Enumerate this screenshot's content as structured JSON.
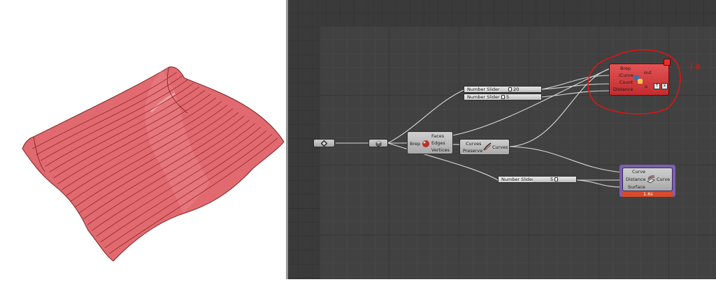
{
  "components": {
    "python": {
      "inputs": [
        "Brep",
        "iCurve",
        "Count",
        "Distance"
      ],
      "output": "out",
      "extra_output": "a",
      "icon": "python-logo-icon"
    },
    "sliders": [
      {
        "label": "Number Slider",
        "value": "20"
      },
      {
        "label": "Number Slider",
        "value": "5"
      },
      {
        "label": "Number Slider",
        "value": "5"
      }
    ],
    "deconstruct": {
      "input": "Brep",
      "outputs": [
        "Faces",
        "Edges",
        "Vertices"
      ],
      "icon": "deconstruct-brep-icon"
    },
    "curves": {
      "inputs": [
        "Curves",
        "Preserve"
      ],
      "output": "Curves",
      "icon": "join-curves-icon"
    },
    "offset": {
      "inputs": [
        "Curve",
        "Distance",
        "Surface"
      ],
      "output": "Curve",
      "status": "1.6s",
      "icon": "offset-on-surface-icon"
    }
  },
  "colors": {
    "error": "#d8393c",
    "selected": "#7c5fb0",
    "surface": "#e06a70",
    "annotation": "#e01414"
  },
  "annotation": {
    "text": ") a"
  }
}
